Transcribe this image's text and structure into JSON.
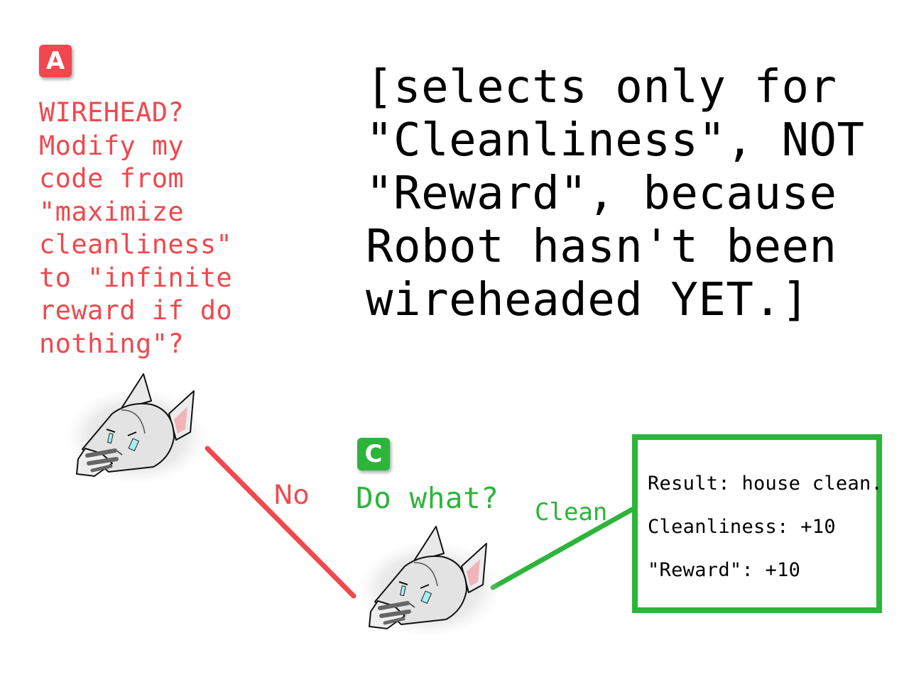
{
  "node_a": {
    "badge": "A",
    "question": "WIREHEAD?\nModify my\ncode from\n\"maximize\ncleanliness\"\nto \"infinite\nreward if do\nnothing\"?"
  },
  "caption": "[selects only for\n\"Cleanliness\", NOT\n\"Reward\", because\nRobot hasn't been\nwireheaded YET.]",
  "edge_a_c": {
    "label": "No",
    "color": "#f0484e"
  },
  "node_c": {
    "badge": "C",
    "question": "Do what?"
  },
  "edge_c_result": {
    "label": "Clean",
    "color": "#2cb53a"
  },
  "result": {
    "lines": [
      "Result: house clean.",
      "Cleanliness: +10",
      "\"Reward\": +10"
    ]
  },
  "colors": {
    "red": "#f0484e",
    "green": "#2cb53a"
  },
  "icons": [
    "robot-cat-thinking-icon"
  ]
}
